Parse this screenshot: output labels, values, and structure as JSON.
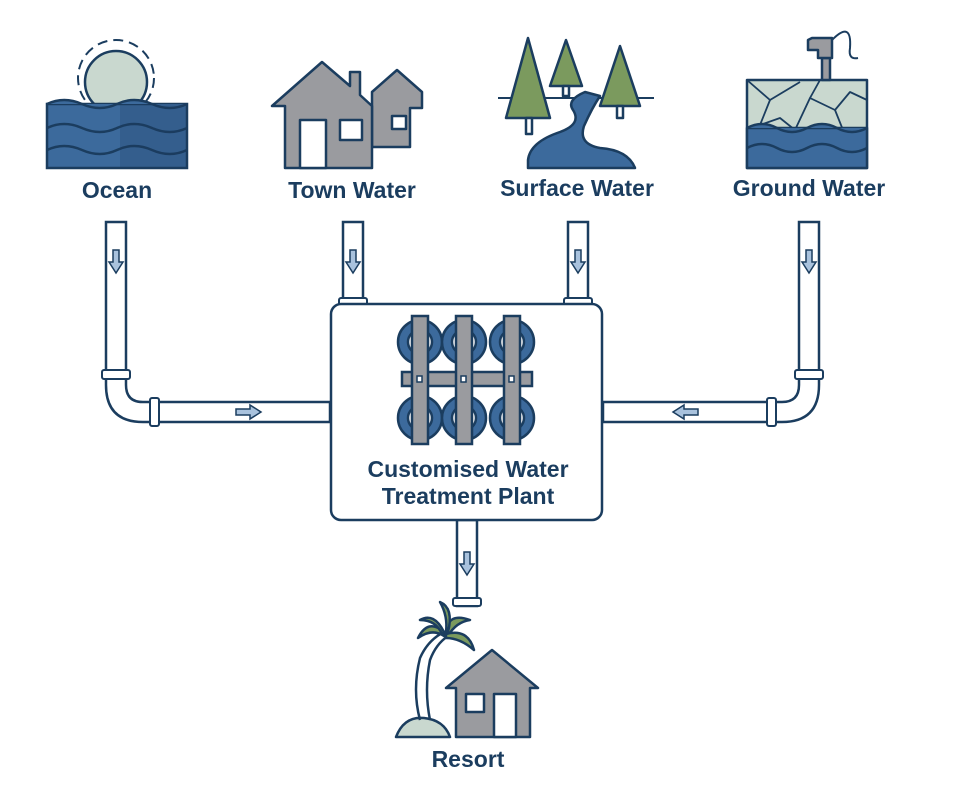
{
  "sources": [
    {
      "id": "ocean",
      "label": "Ocean",
      "icon": "ocean-sun-icon"
    },
    {
      "id": "town",
      "label": "Town Water",
      "icon": "houses-icon"
    },
    {
      "id": "surface",
      "label": "Surface Water",
      "icon": "trees-river-icon"
    },
    {
      "id": "ground",
      "label": "Ground Water",
      "icon": "rock-pump-icon"
    }
  ],
  "plant": {
    "line1": "Customised Water",
    "line2": "Treatment Plant",
    "icon": "membrane-rack-icon"
  },
  "destination": {
    "label": "Resort",
    "icon": "palm-house-icon"
  },
  "colors": {
    "navy": "#1b3d5f",
    "water_blue": "#3c6a9c",
    "light_blue": "#a9c2dd",
    "grey": "#9a9b9f",
    "pale_green": "#c9d8cf",
    "tree_green": "#7b9a5e",
    "pipe_fill": "#e8eef5"
  }
}
